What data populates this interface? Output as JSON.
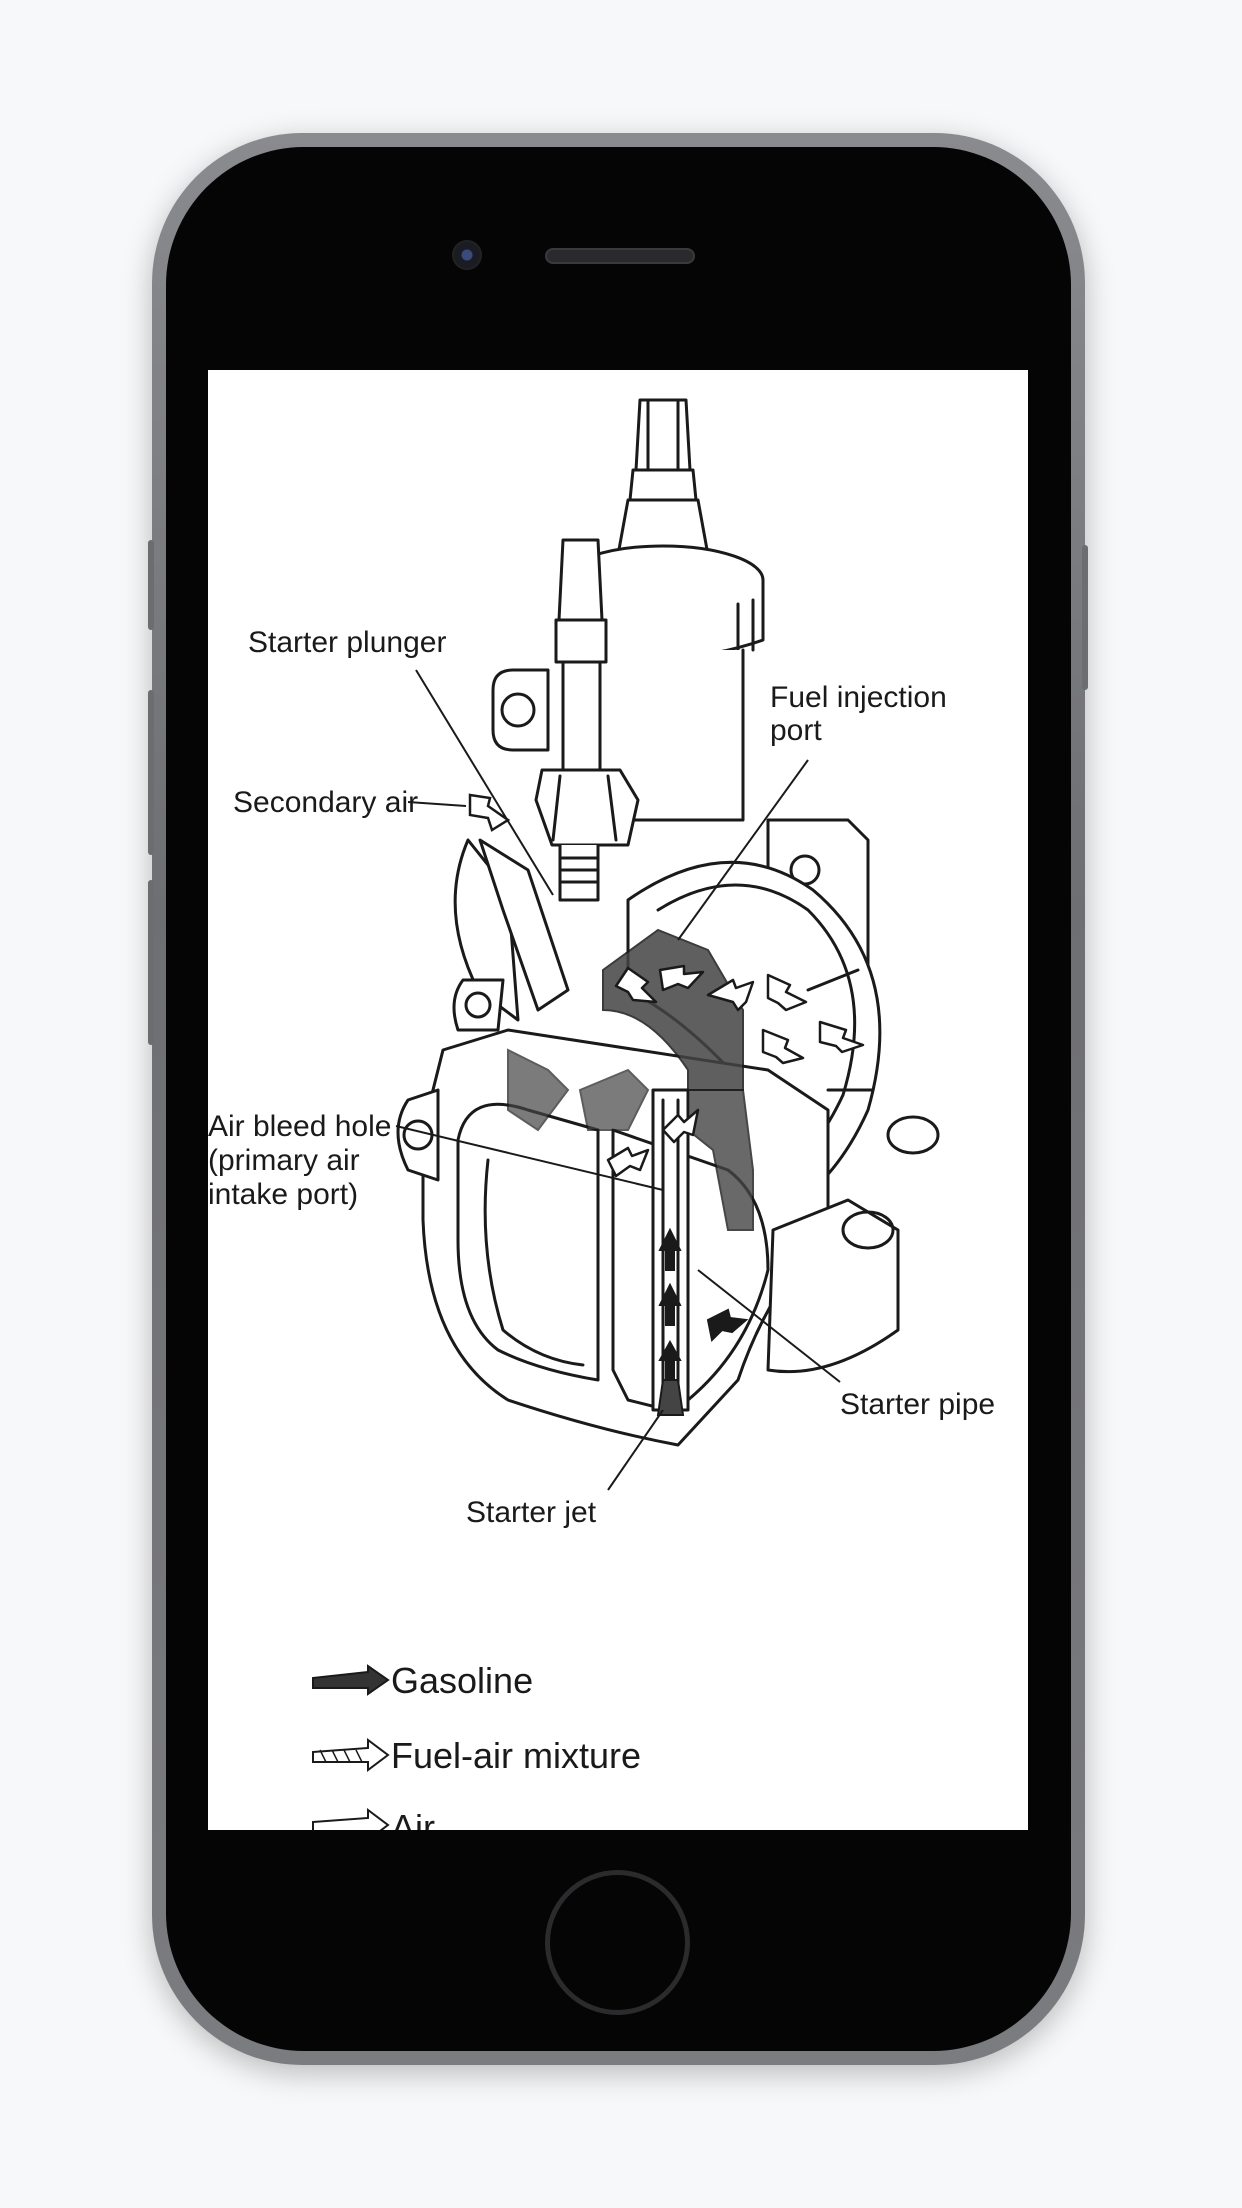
{
  "diagram": {
    "labels": {
      "starter_plunger": "Starter plunger",
      "secondary_air": "Secondary air",
      "fuel_injection_port_line1": "Fuel injection",
      "fuel_injection_port_line2": "port",
      "air_bleed_line1": "Air bleed hole",
      "air_bleed_line2": "(primary air",
      "air_bleed_line3": "intake port)",
      "starter_pipe": "Starter pipe",
      "starter_jet": "Starter jet"
    },
    "legend": [
      {
        "label": "Gasoline"
      },
      {
        "label": "Fuel-air mixture"
      },
      {
        "label": "Air"
      }
    ]
  }
}
